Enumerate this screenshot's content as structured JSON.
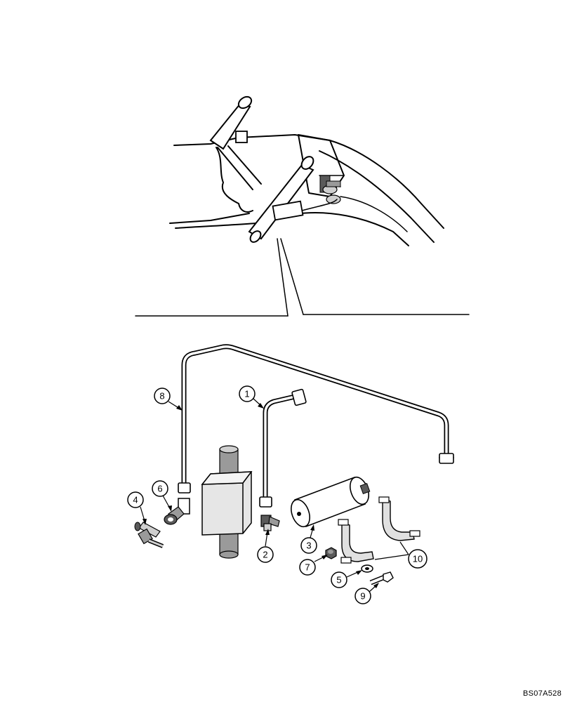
{
  "callouts": {
    "c1": "1",
    "c2": "2",
    "c3": "3",
    "c4": "4",
    "c5": "5",
    "c6": "6",
    "c7": "7",
    "c8": "8",
    "c9": "9",
    "c10": "10"
  },
  "reference_code": "BS07A528"
}
